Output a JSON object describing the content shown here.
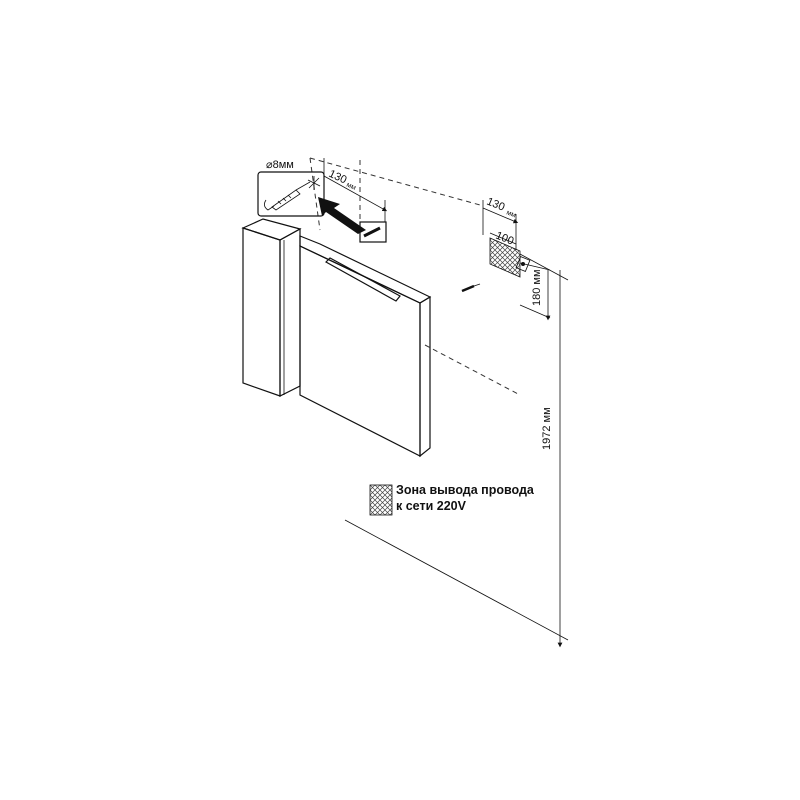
{
  "labels": {
    "drill_diameter": "⌀8мм",
    "dim_top_130": "130",
    "dim_top_130_unit": "мм",
    "dim_right_130": "130",
    "dim_right_130_unit": "мм",
    "dim_100": "100",
    "dim_180": "180 мм",
    "dim_1972": "1972 мм"
  },
  "legend": {
    "line1": "Зона вывода провода",
    "line2": "к сети 220V"
  },
  "colors": {
    "stroke": "#111111",
    "hatch": "#444444",
    "cabinet_fill": "#ffffff"
  }
}
